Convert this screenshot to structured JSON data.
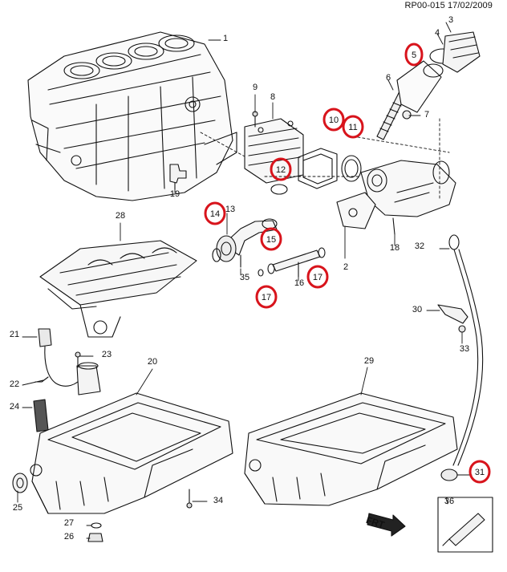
{
  "header": {
    "ref": "RP00-015 17/02/2009"
  },
  "diagram": {
    "highlight_color": "#d8141c",
    "line_color": "#111111",
    "callouts": [
      {
        "id": "1",
        "label": "1",
        "highlighted": false,
        "part": "engine-block"
      },
      {
        "id": "3",
        "label": "3",
        "highlighted": false,
        "part": "oil-filter-cap"
      },
      {
        "id": "4",
        "label": "4",
        "highlighted": false,
        "part": "cap-seal-ring"
      },
      {
        "id": "5",
        "label": "5",
        "highlighted": true,
        "part": "oil-filter-element"
      },
      {
        "id": "6",
        "label": "6",
        "highlighted": false,
        "part": "filter-spring-stem"
      },
      {
        "id": "7",
        "label": "7",
        "highlighted": false,
        "part": "filter-stud"
      },
      {
        "id": "8",
        "label": "8",
        "highlighted": false,
        "part": "oil-cooler"
      },
      {
        "id": "9",
        "label": "9",
        "highlighted": false,
        "part": "cooler-bolt"
      },
      {
        "id": "10",
        "label": "10",
        "highlighted": true,
        "part": "cooler-gasket"
      },
      {
        "id": "11",
        "label": "11",
        "highlighted": true,
        "part": "housing-gasket"
      },
      {
        "id": "12",
        "label": "12",
        "highlighted": true,
        "part": "cooler-o-ring"
      },
      {
        "id": "19",
        "label": "19",
        "highlighted": false,
        "part": "oil-pressure-switch"
      },
      {
        "id": "14",
        "label": "14",
        "highlighted": true,
        "part": "pipe-flange-gasket"
      },
      {
        "id": "13",
        "label": "13",
        "highlighted": false,
        "part": "oil-pipe"
      },
      {
        "id": "15",
        "label": "15",
        "highlighted": true,
        "part": "pipe-o-ring"
      },
      {
        "id": "35",
        "label": "35",
        "highlighted": false,
        "part": "pipe-bolt"
      },
      {
        "id": "17a",
        "label": "17",
        "highlighted": true,
        "part": "tube-o-ring-left"
      },
      {
        "id": "16",
        "label": "16",
        "highlighted": false,
        "part": "connecting-tube"
      },
      {
        "id": "17b",
        "label": "17",
        "highlighted": true,
        "part": "tube-o-ring-right"
      },
      {
        "id": "2",
        "label": "2",
        "highlighted": false,
        "part": "oil-filter-housing"
      },
      {
        "id": "18",
        "label": "18",
        "highlighted": false,
        "part": "housing-bolt"
      },
      {
        "id": "28",
        "label": "28",
        "highlighted": false,
        "part": "baffle-plate"
      },
      {
        "id": "32",
        "label": "32",
        "highlighted": false,
        "part": "dipstick"
      },
      {
        "id": "30",
        "label": "30",
        "highlighted": false,
        "part": "dipstick-bracket"
      },
      {
        "id": "33",
        "label": "33",
        "highlighted": false,
        "part": "bracket-bolt"
      },
      {
        "id": "21",
        "label": "21",
        "highlighted": false,
        "part": "oil-level-sensor"
      },
      {
        "id": "23",
        "label": "23",
        "highlighted": false,
        "part": "sensor-bolt"
      },
      {
        "id": "22",
        "label": "22",
        "highlighted": false,
        "part": "sensor-harness"
      },
      {
        "id": "20",
        "label": "20",
        "highlighted": false,
        "part": "oil-pan-a"
      },
      {
        "id": "29",
        "label": "29",
        "highlighted": false,
        "part": "oil-pan-b"
      },
      {
        "id": "24",
        "label": "24",
        "highlighted": false,
        "part": "oil-pan-plug"
      },
      {
        "id": "25",
        "label": "25",
        "highlighted": false,
        "part": "drain-washer"
      },
      {
        "id": "34",
        "label": "34",
        "highlighted": false,
        "part": "pan-bolt"
      },
      {
        "id": "27",
        "label": "27",
        "highlighted": false,
        "part": "drain-seal"
      },
      {
        "id": "26",
        "label": "26",
        "highlighted": false,
        "part": "drain-plug"
      },
      {
        "id": "31",
        "label": "31",
        "highlighted": true,
        "part": "dipstick-tube-seal"
      },
      {
        "id": "36",
        "label": "36",
        "highlighted": false,
        "part": "sealant-tube"
      }
    ],
    "direction_label": "FRT"
  }
}
